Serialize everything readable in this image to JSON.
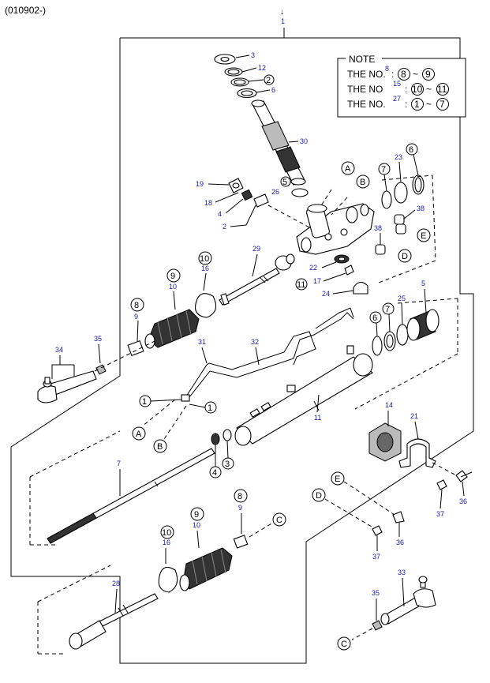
{
  "header": {
    "code": "(010902-)"
  },
  "assembly_no": "1",
  "note": {
    "title": "NOTE",
    "rows": [
      {
        "prefix": "THE NO.",
        "no": "8",
        "from": "8",
        "to": "9"
      },
      {
        "prefix": "THE NO",
        "no": "15",
        "from": "10",
        "to": "11"
      },
      {
        "prefix": "THE NO.",
        "no": "27",
        "from": "1",
        "to": "7"
      }
    ],
    "sep": ":",
    "tilde": "~"
  },
  "labels": {
    "p3a": "3",
    "p12": "12",
    "p2a": "2",
    "p6a": "6",
    "p30": "30",
    "p19": "19",
    "p18": "18",
    "p4a": "4",
    "p2b": "2",
    "p5a": "5",
    "p26": "26",
    "p6b": "6",
    "p7a": "7",
    "p23": "23",
    "p38a": "38",
    "p38b": "38",
    "p22": "22",
    "p17": "17",
    "p24": "24",
    "p11a": "11",
    "p29": "29",
    "p10a": "10",
    "p16a": "16",
    "p9a": "9",
    "p10b": "10",
    "p8a": "8",
    "p9b": "9",
    "p35a": "35",
    "p34": "34",
    "p31": "31",
    "p32": "32",
    "p6c": "6",
    "p7b": "7",
    "p25": "25",
    "p5b": "5",
    "p1a": "1",
    "p1b": "1",
    "p11b": "11",
    "p14": "14",
    "p21": "21",
    "p4b": "4",
    "p3b": "3",
    "p7c": "7",
    "p36a": "36",
    "p37a": "37",
    "p36b": "36",
    "p37b": "37",
    "p9c": "9",
    "p10c": "10",
    "p8b": "8",
    "p9d": "9",
    "p10d": "10",
    "p16b": "16",
    "p28": "28",
    "p33": "33",
    "p35b": "35"
  },
  "refs": {
    "A1": "A",
    "B1": "B",
    "E1": "E",
    "D1": "D",
    "A2": "A",
    "B2": "B",
    "C1": "C",
    "E2": "E",
    "D2": "D",
    "C2": "C"
  }
}
